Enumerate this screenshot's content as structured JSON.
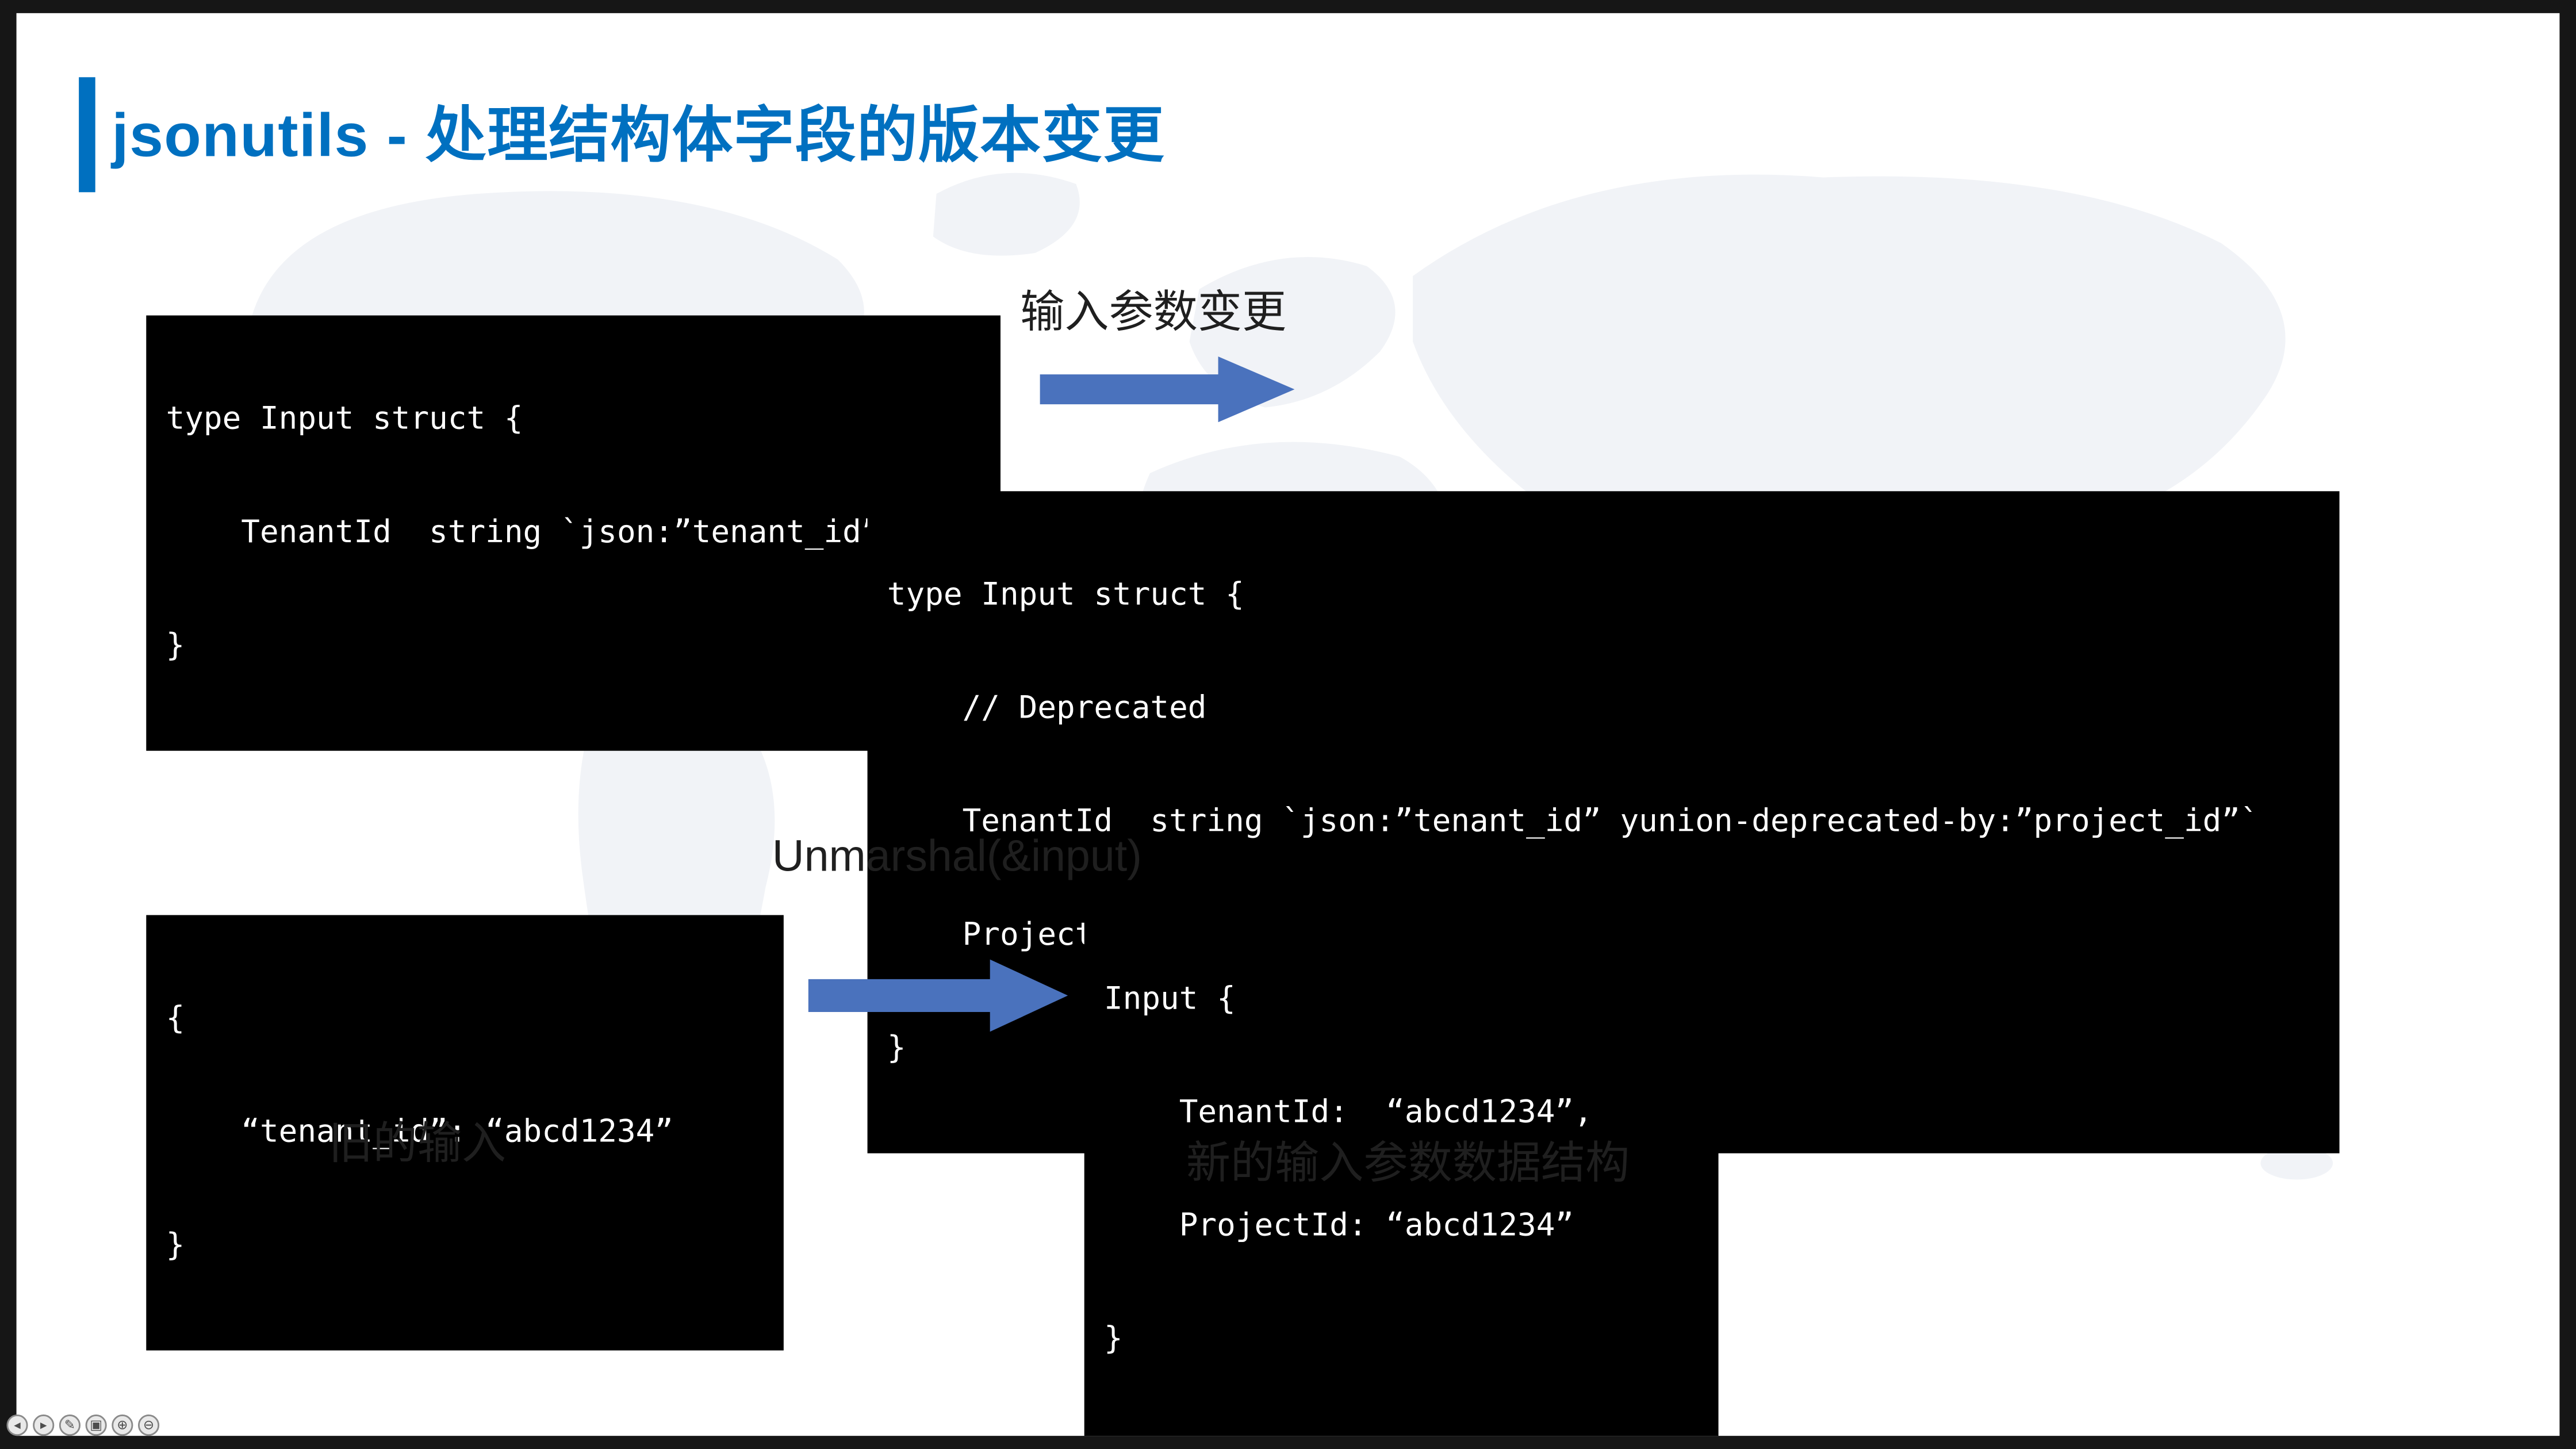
{
  "slide": {
    "title": "jsonutils - 处理结构体字段的版本变更",
    "labels": {
      "input_param_change": "输入参数变更",
      "unmarshal": "Unmarshal(&input)",
      "old_input": "旧的输入",
      "new_input_struct": "新的输入参数数据结构"
    },
    "code_blocks": {
      "old_struct": {
        "lines": [
          "type Input struct {",
          "    TenantId  string `json:”tenant_id”`",
          "}"
        ]
      },
      "new_struct": {
        "lines": [
          "type Input struct {",
          "    // Deprecated",
          "    TenantId  string `json:”tenant_id” yunion-deprecated-by:”project_id”`",
          "    ProjectId string `json:”project_id”`",
          "}"
        ]
      },
      "old_json": {
        "lines": [
          "{",
          "    “tenant_id”: “abcd1234”",
          "}"
        ]
      },
      "result": {
        "lines": [
          "Input {",
          "    TenantId:  “abcd1234”,",
          "    ProjectId: “abcd1234”",
          "}"
        ]
      }
    },
    "colors": {
      "title_blue": "#0070C0",
      "arrow_blue": "#4a72bd",
      "code_background": "#000000",
      "code_text": "#ffffff",
      "map_gray": "#f1f3f7"
    }
  },
  "presenter_controls": {
    "items": [
      {
        "name": "previous-slide",
        "glyph": "◂"
      },
      {
        "name": "next-slide",
        "glyph": "▸"
      },
      {
        "name": "pen-tool",
        "glyph": "✎"
      },
      {
        "name": "slide-overview",
        "glyph": "▣"
      },
      {
        "name": "zoom-in",
        "glyph": "⊕"
      },
      {
        "name": "zoom-out",
        "glyph": "⊖"
      }
    ]
  }
}
